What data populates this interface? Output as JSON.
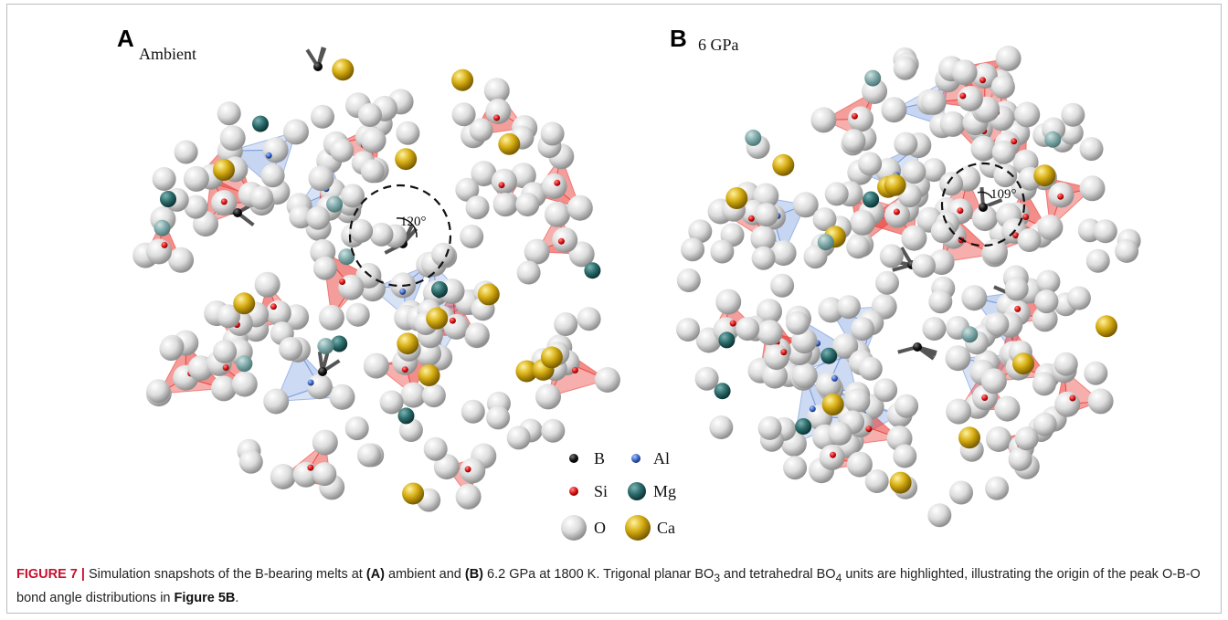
{
  "panels": [
    {
      "letter": "A",
      "condition": "Ambient",
      "angle": "120°"
    },
    {
      "letter": "B",
      "condition": "6 GPa",
      "angle": "109°"
    }
  ],
  "legend": [
    {
      "symbol": "B",
      "label": "B",
      "color": "#111111"
    },
    {
      "symbol": "Al",
      "label": "Al",
      "color": "#3a67c8"
    },
    {
      "symbol": "Si",
      "label": "Si",
      "color": "#d91d1d"
    },
    {
      "symbol": "Mg",
      "label": "Mg",
      "color": "#1f5a5a"
    },
    {
      "symbol": "O",
      "label": "O",
      "color": "#e6e6e6"
    },
    {
      "symbol": "Ca",
      "label": "Ca",
      "color": "#c9a10a"
    }
  ],
  "caption": {
    "figure_label": "FIGURE 7 |",
    "part1": " Simulation snapshots of the B-bearing melts at ",
    "ref_a": "(A)",
    "part2": " ambient and ",
    "ref_b": "(B)",
    "part3": " 6.2 GPa at 1800 K. Trigonal planar BO",
    "sub1": "3",
    "part4": " and tetrahedral BO",
    "sub2": "4",
    "part5": " units are highlighted, illustrating the origin of the peak O-B-O bond angle distributions in ",
    "fig_ref": "Figure 5B",
    "part6": "."
  }
}
